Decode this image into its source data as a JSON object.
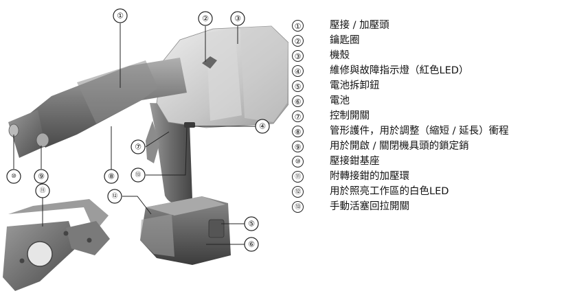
{
  "callout_numbers": [
    "①",
    "②",
    "③",
    "④",
    "⑤",
    "⑥",
    "⑦",
    "⑧",
    "⑨",
    "⑩",
    "⑪",
    "⑫",
    "⑬"
  ],
  "legend": [
    {
      "num": "①",
      "label": "壓接 / 加壓頭"
    },
    {
      "num": "②",
      "label": "鑰匙圈"
    },
    {
      "num": "③",
      "label": "機殼"
    },
    {
      "num": "④",
      "label": "維修與故障指示燈（紅色LED）"
    },
    {
      "num": "⑤",
      "label": "電池拆卸鈕"
    },
    {
      "num": "⑥",
      "label": "電池"
    },
    {
      "num": "⑦",
      "label": "控制開關"
    },
    {
      "num": "⑧",
      "label": "管形護件，用於調整（縮短 / 延長）衝程"
    },
    {
      "num": "⑨",
      "label": "用於開啟 / 關閉機具頭的鎖定銷"
    },
    {
      "num": "⑩",
      "label": "壓接鉗基座"
    },
    {
      "num": "⑪",
      "label": "附轉接鉗的加壓環"
    },
    {
      "num": "⑫",
      "label": "用於照亮工作區的白色LED"
    },
    {
      "num": "⑬",
      "label": "手動活塞回拉開關"
    }
  ]
}
